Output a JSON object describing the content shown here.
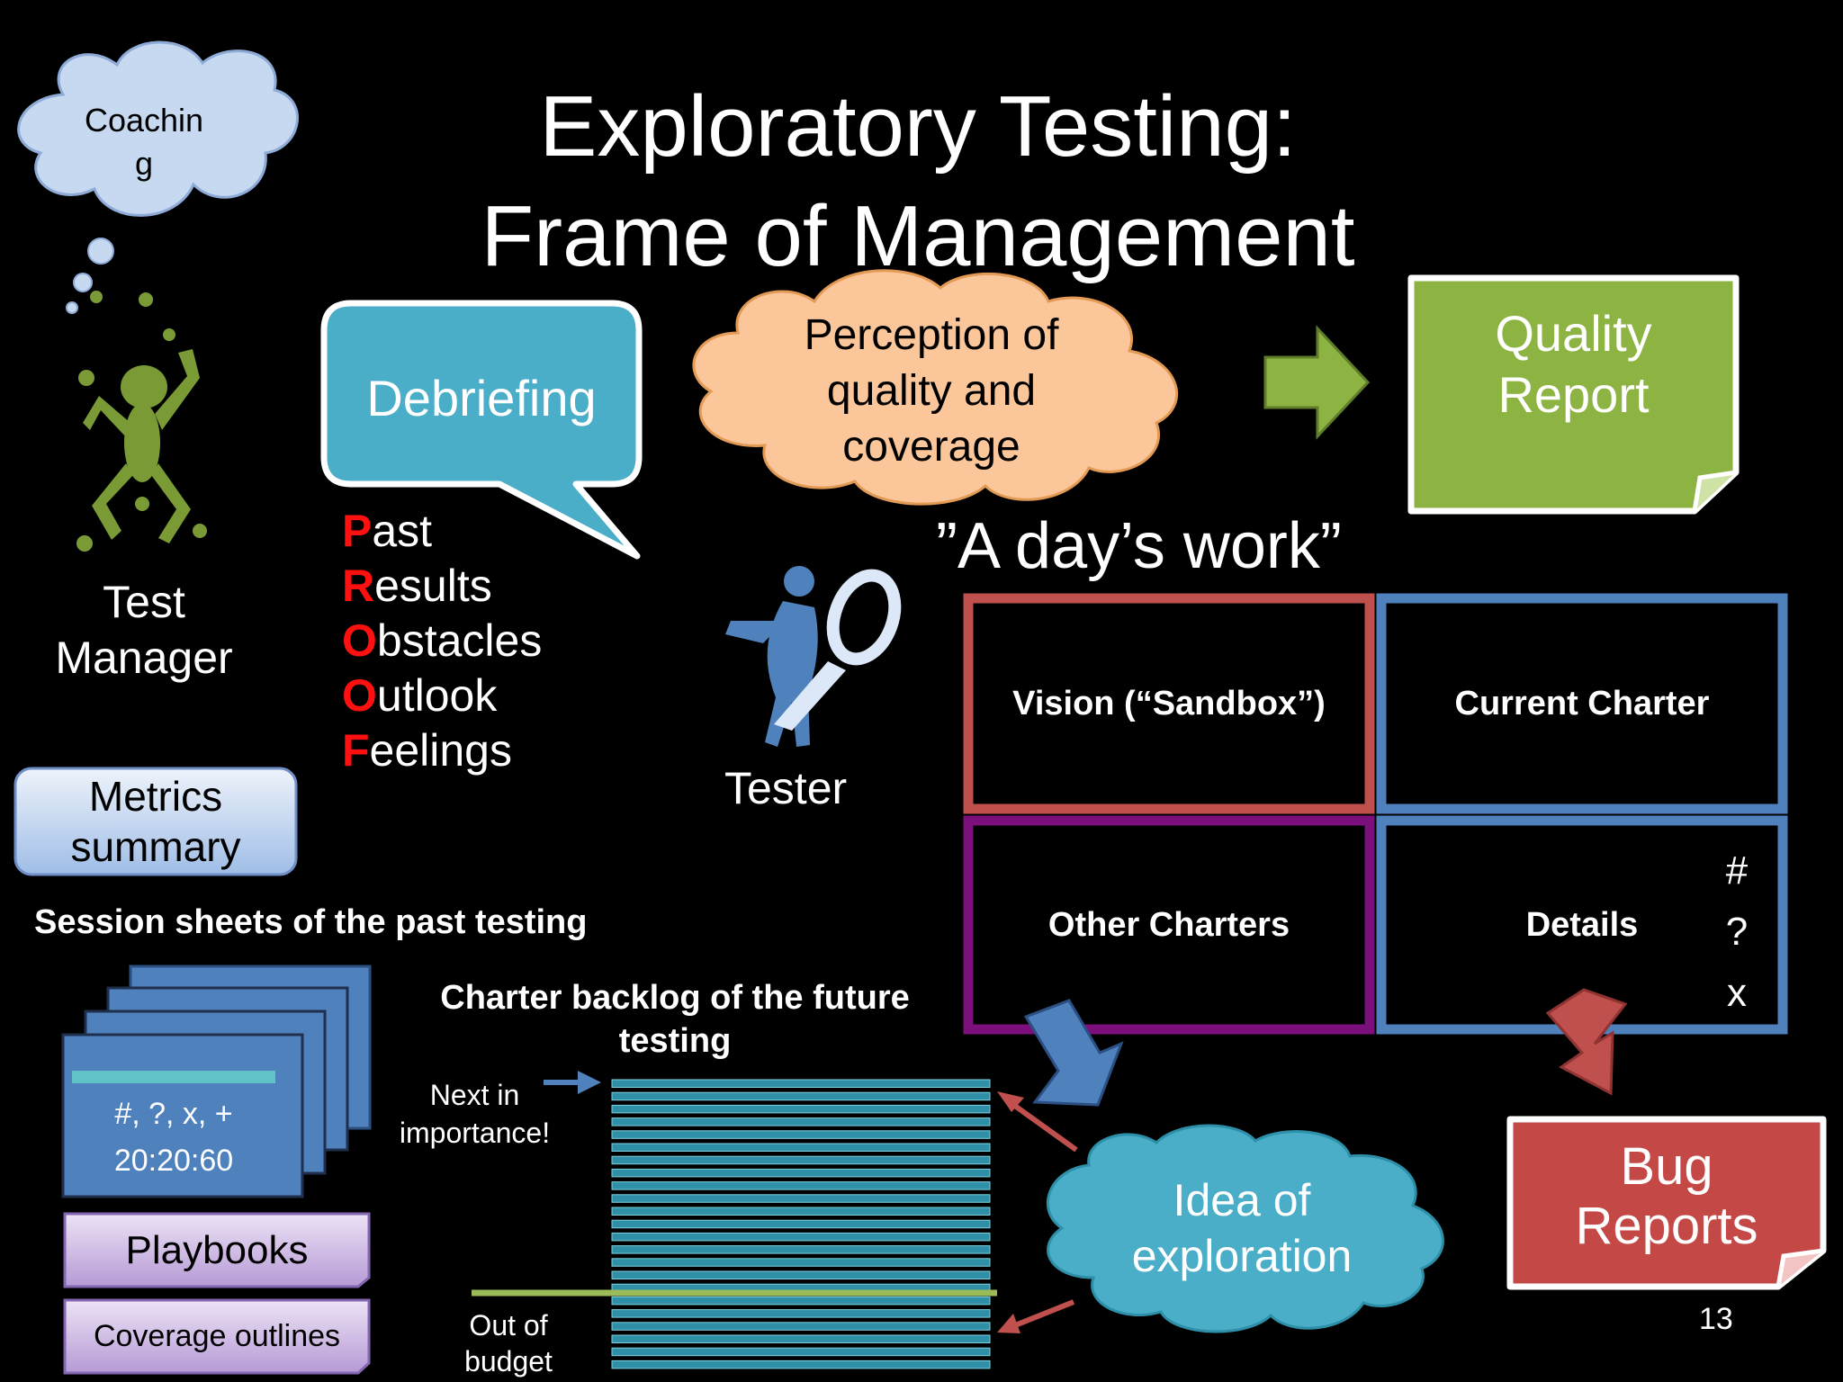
{
  "title": {
    "line1": "Exploratory Testing:",
    "line2": "Frame of Management"
  },
  "coaching": {
    "label": "Coachin g"
  },
  "test_manager": {
    "line1": "Test",
    "line2": "Manager"
  },
  "metrics_summary": {
    "line1": "Metrics",
    "line2": "summary"
  },
  "debriefing": {
    "label": "Debriefing"
  },
  "proof": [
    {
      "cap": "P",
      "rest": "ast"
    },
    {
      "cap": "R",
      "rest": "esults"
    },
    {
      "cap": "O",
      "rest": "bstacles"
    },
    {
      "cap": "O",
      "rest": "utlook"
    },
    {
      "cap": "F",
      "rest": "eelings"
    }
  ],
  "perception": {
    "line1": "Perception of",
    "line2": "quality and",
    "line3": "coverage"
  },
  "quality_report": {
    "line1": "Quality",
    "line2": "Report"
  },
  "days_work": "”A day’s work”",
  "tester": "Tester",
  "grid": {
    "vision": "Vision (“Sandbox”)",
    "current_charter": "Current Charter",
    "other_charters": "Other Charters",
    "details": "Details",
    "symbols": [
      "#",
      "?",
      "x"
    ]
  },
  "session_sheets": {
    "heading": "Session sheets of the past testing",
    "line1": "#, ?, x, +",
    "line2": "20:20:60"
  },
  "playbooks": "Playbooks",
  "coverage_outlines": "Coverage outlines",
  "backlog": {
    "heading_line1": "Charter backlog of the future",
    "heading_line2": "testing",
    "next_line1": "Next in",
    "next_line2": "importance!",
    "out_line1": "Out of",
    "out_line2": "budget"
  },
  "idea": {
    "line1": "Idea of",
    "line2": "exploration"
  },
  "bug_reports": {
    "line1": "Bug",
    "line2": "Reports"
  },
  "page_number": "13",
  "colors": {
    "debrief_blue": "#4aaec8",
    "quality_green": "#8db343",
    "bug_red": "#c34846",
    "peach": "#fbc79a",
    "vision_border": "#c0504d",
    "current_border": "#4f81bd",
    "other_border": "#7b0f7b",
    "backlog_teal": "#2f8fa6",
    "budget_line": "#9bbb59"
  }
}
